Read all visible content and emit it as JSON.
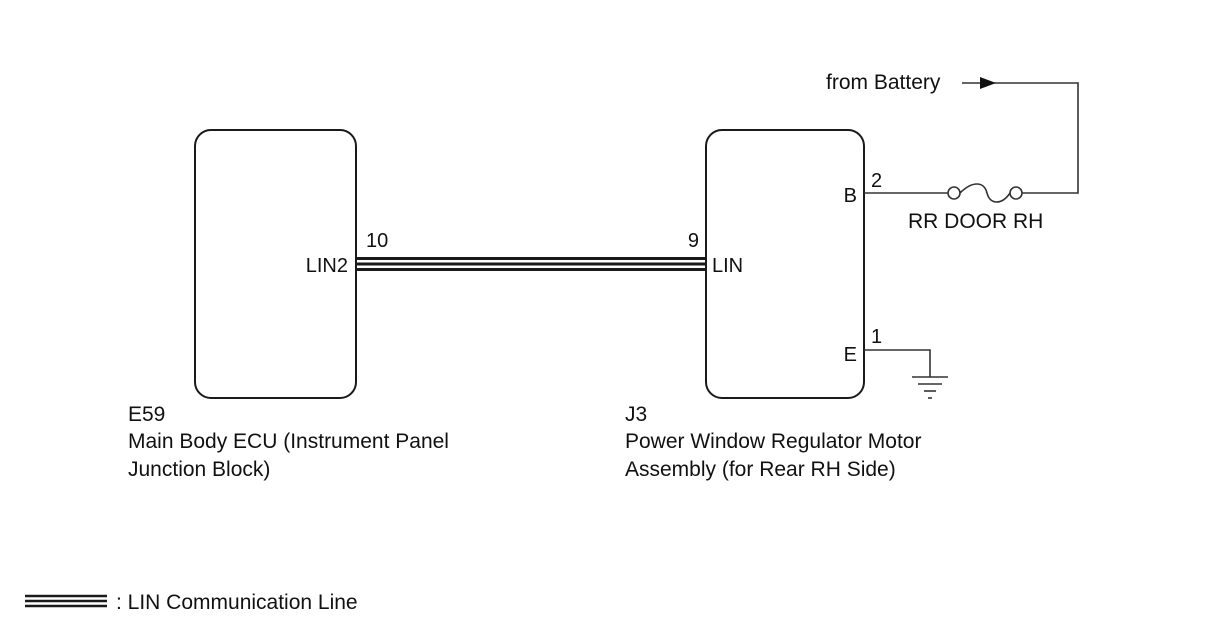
{
  "components": {
    "ecu": {
      "connector": "E59",
      "name_line1": "Main Body ECU (Instrument Panel",
      "name_line2": "Junction Block)",
      "terminal": "LIN2",
      "pin": "10"
    },
    "motor": {
      "connector": "J3",
      "name_line1": "Power Window Regulator Motor",
      "name_line2": "Assembly (for Rear RH Side)",
      "terminals": {
        "lin": "LIN",
        "b": "B",
        "e": "E"
      },
      "pins": {
        "lin": "9",
        "b": "2",
        "e": "1"
      }
    }
  },
  "fuse": {
    "label": "RR DOOR RH"
  },
  "power_source": {
    "label": "from Battery"
  },
  "legend": {
    "text": ": LIN Communication Line"
  },
  "colors": {
    "line": "#1a1a1a",
    "background": "#ffffff"
  }
}
